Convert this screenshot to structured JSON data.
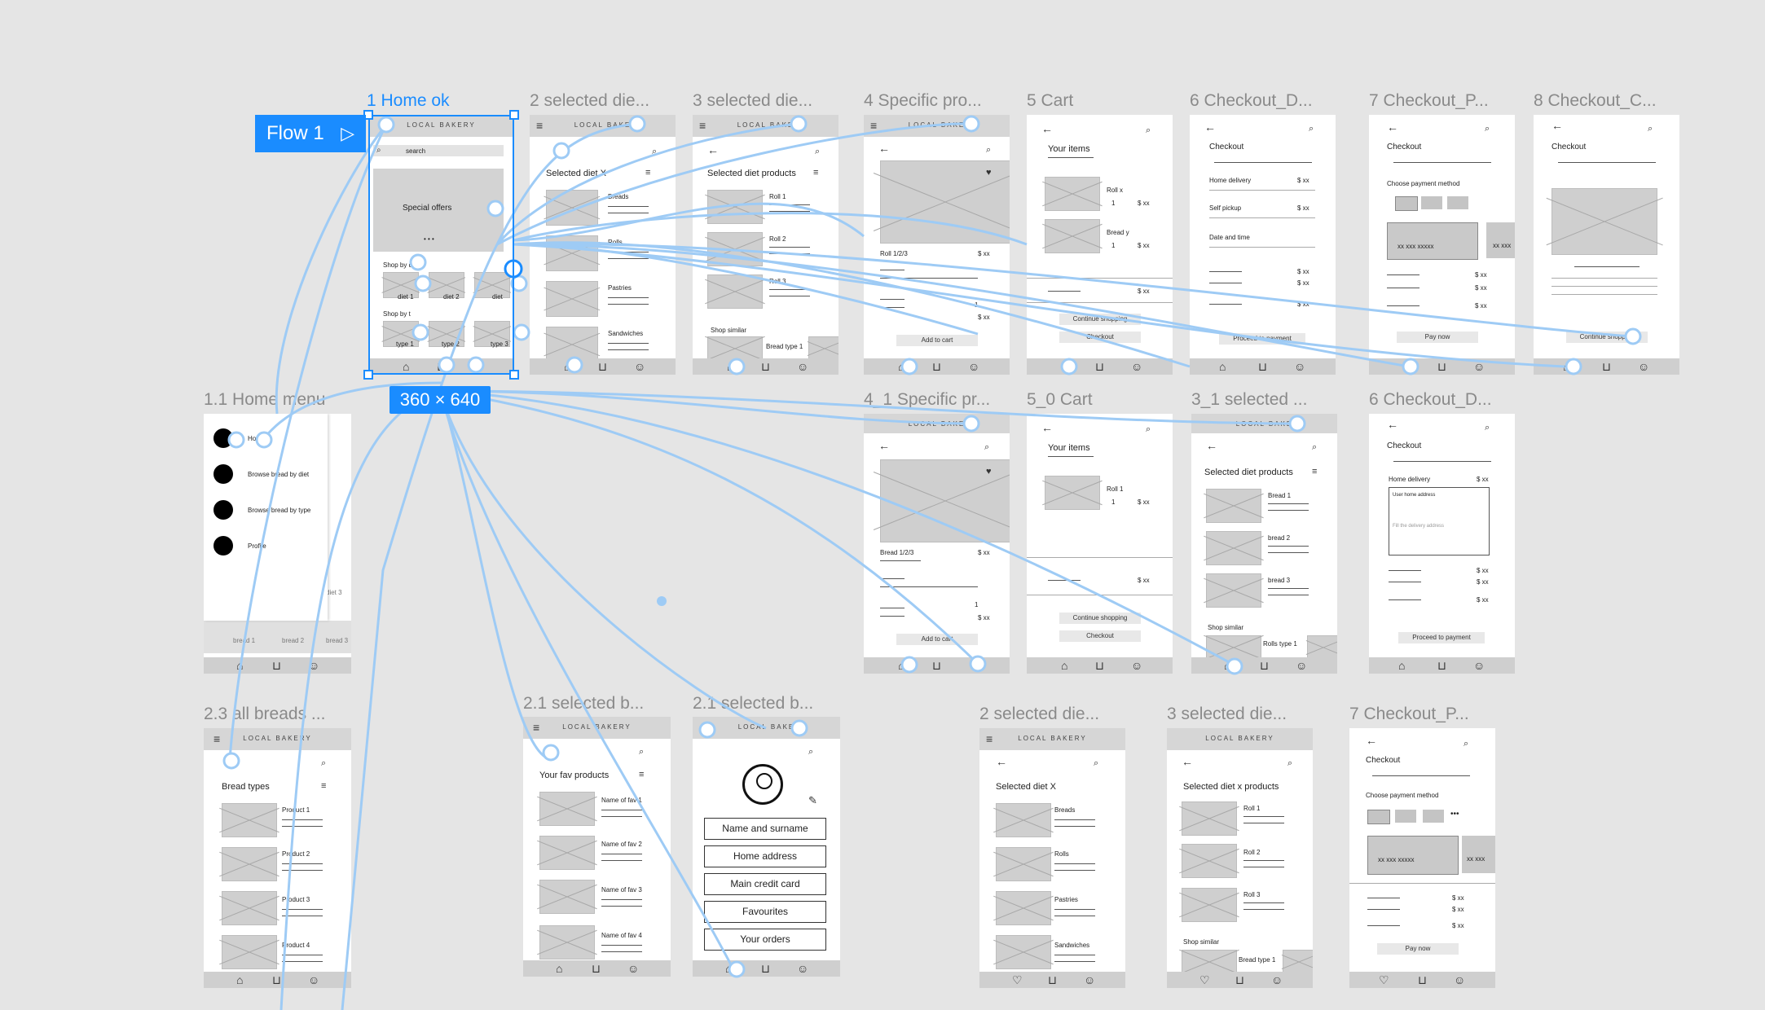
{
  "canvas": {
    "flow_label": "Flow 1",
    "size_label": "360 × 640"
  },
  "titles": {
    "home": "1 Home ok",
    "diet2": "2 selected die...",
    "diet3": "3 selected die...",
    "product4": "4 Specific pro...",
    "cart5": "5 Cart",
    "checkout6": "6 Checkout_D...",
    "checkout7": "7 Checkout_P...",
    "checkout8": "8 Checkout_C...",
    "menu11": "1.1  Home menu",
    "product41": "4_1 Specific pr...",
    "cart50": "5_0 Cart",
    "diet31": "3_1  selected ...",
    "checkout6b": "6 Checkout_D...",
    "allbreads": "2.3 all breads ...",
    "fav21": "2.1 selected b...",
    "profile21": "2.1 selected b...",
    "diet2b": "2 selected die...",
    "diet3b": "3 selected die...",
    "checkout7b": "7 Checkout_P..."
  },
  "common": {
    "brand": "LOCAL BAKERY",
    "brand_cut": "LOCAL BAKE",
    "currency": "$ xx",
    "qty": "1",
    "continue_shopping": "Continue shopping",
    "checkout_btn": "Checkout",
    "add_to_cart": "Add to cart",
    "checkout_title": "Checkout",
    "proceed_payment": "Proceed to payment",
    "pay_now": "Pay now",
    "your_items": "Your items",
    "shop_similar": "Shop similar",
    "card_number": "xx  xxx xxxxx",
    "card_number_short": "xx  xxx"
  },
  "home": {
    "search": "search",
    "special_offers": "Special offers",
    "dots": "• • •",
    "shop_by_diet": "Shop by d",
    "shop_by_type": "Shop by t",
    "diets": [
      "diet 1",
      "diet 2",
      "diet"
    ],
    "types": [
      "type 1",
      "type 2",
      "type 3"
    ]
  },
  "diet2": {
    "heading": "Selected diet X",
    "items": [
      "Breads",
      "Rolls",
      "Pastries",
      "Sandwiches"
    ]
  },
  "diet3": {
    "heading": "Selected diet products",
    "items": [
      "Roll 1",
      "Roll 2",
      "Roll 3"
    ],
    "similar": "Bread type 1"
  },
  "product4": {
    "name": "Roll 1/2/3"
  },
  "cart5": {
    "items": [
      "Roll x",
      "Bread y"
    ],
    "checkout_cut": "Checkout"
  },
  "checkout6": {
    "options": [
      "Home delivery",
      "Self pickup",
      "Date and time"
    ]
  },
  "checkout7": {
    "method": "Choose payment method"
  },
  "menu11": {
    "items": [
      "Home",
      "Browse bread by diet",
      "Browse bread by type",
      "Profile"
    ],
    "bg_labels": [
      "diet 3",
      "bread 1",
      "bread 2",
      "bread 3"
    ]
  },
  "product41": {
    "name": "Bread 1/2/3"
  },
  "cart50": {
    "items": [
      "Roll 1"
    ]
  },
  "diet31": {
    "heading": "Selected diet products",
    "items": [
      "Bread 1",
      "bread 2",
      "bread  3"
    ],
    "similar": "Rolls type 1"
  },
  "checkout6b": {
    "option": "Home delivery",
    "addr1": "User  home address",
    "addr2": "Fill the delivery address"
  },
  "allbreads": {
    "heading": "Bread types",
    "items": [
      "Product 1",
      "Product 2",
      "Product 3",
      "Product 4"
    ]
  },
  "fav21": {
    "heading": "Your fav products",
    "items": [
      "Name of fav 1",
      "Name of fav 2",
      "Name of fav 3",
      "Name of fav 4"
    ]
  },
  "profile21": {
    "buttons": [
      "Name and surname",
      "Home address",
      "Main credit card",
      "Favourites",
      "Your orders"
    ]
  },
  "diet2b": {
    "heading": "Selected diet X",
    "items": [
      "Breads",
      "Rolls",
      "Pastries",
      "Sandwiches"
    ]
  },
  "diet3b": {
    "heading": "Selected diet x products",
    "items": [
      "Roll 1",
      "Roll 2",
      "Roll  3"
    ],
    "similar": "Bread type 1"
  },
  "checkout7b": {
    "method": "Choose payment method",
    "more": "•••"
  },
  "colors": {
    "canvas": "#e5e5e5",
    "selection": "#1a8cff",
    "connector": "#9ecbf5",
    "placeholder": "#cfcfcf"
  }
}
